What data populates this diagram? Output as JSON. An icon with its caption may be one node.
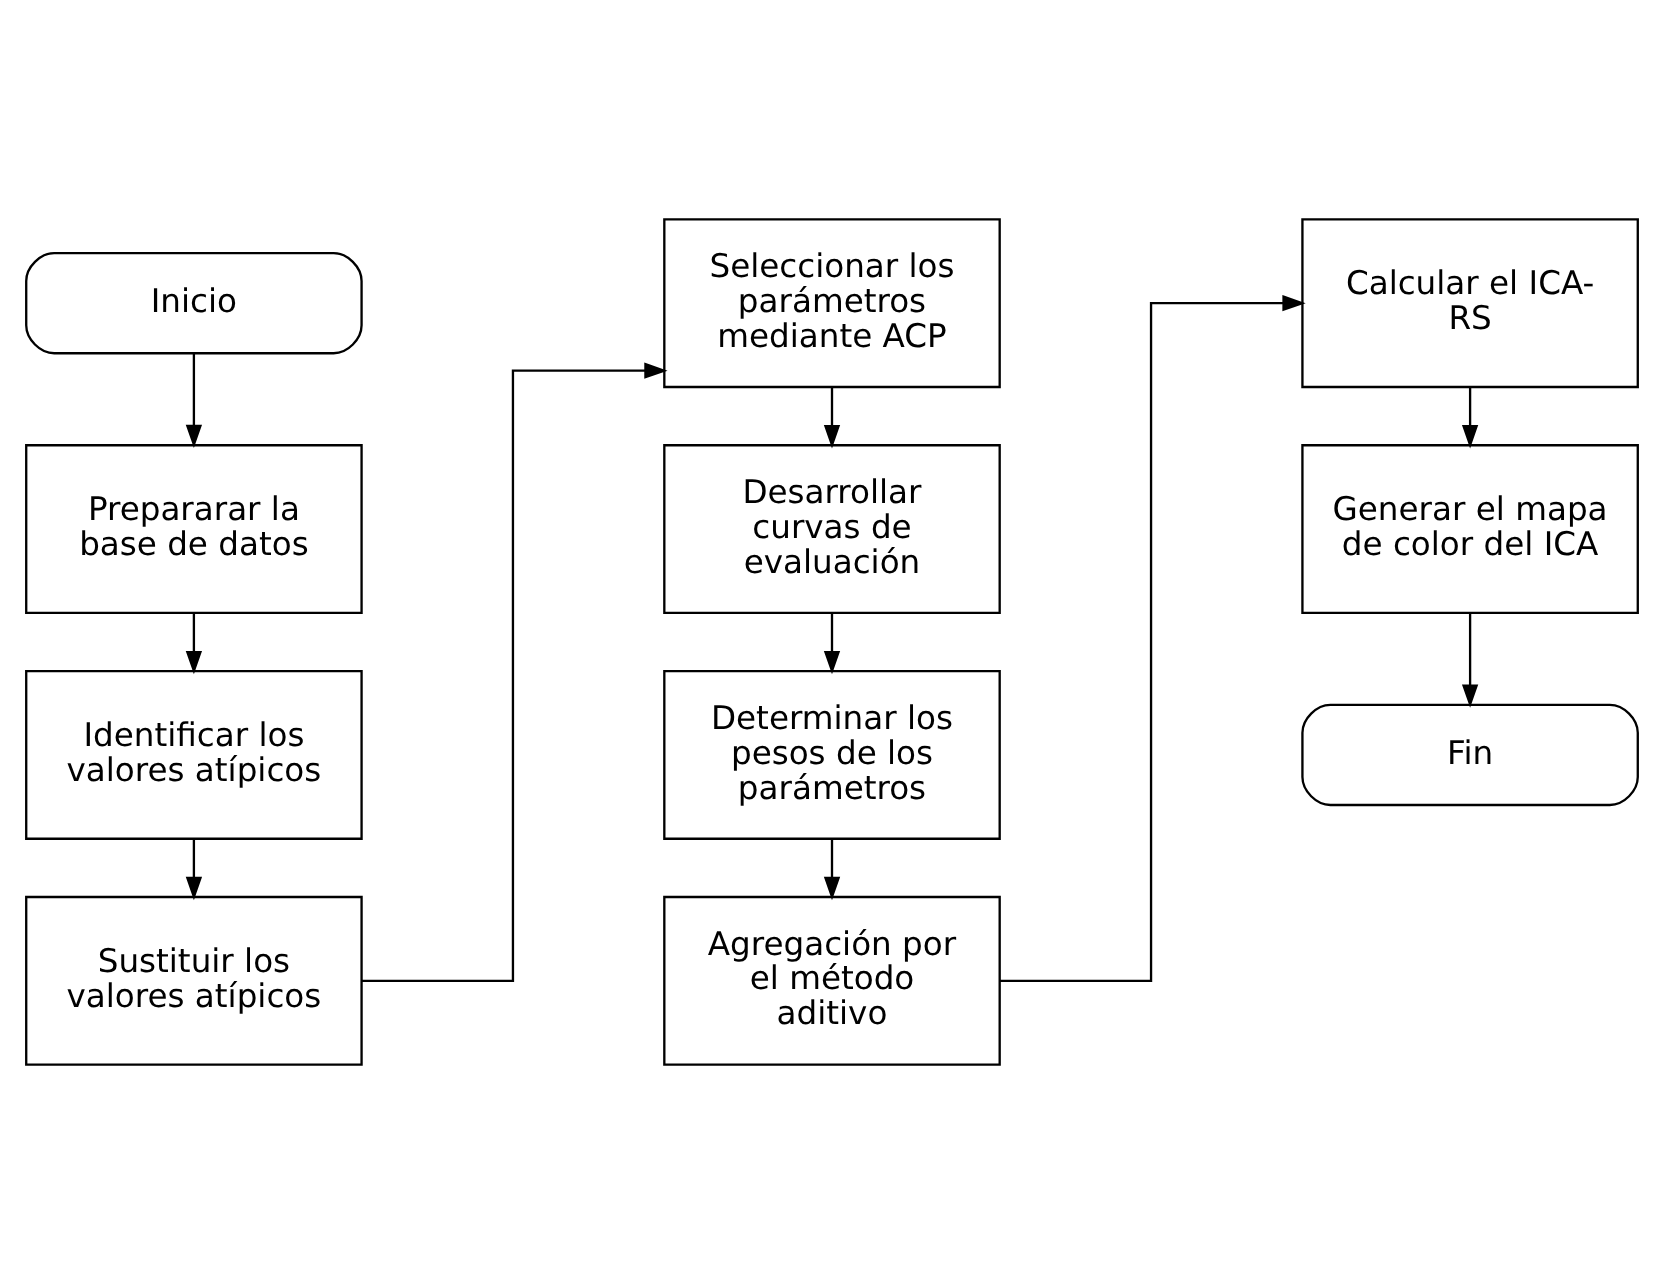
{
  "diagram": {
    "nodes": [
      {
        "text": [
          "Inicio"
        ]
      },
      {
        "text": [
          "Prepararar la base de datos"
        ]
      },
      {
        "text": [
          "Identificar los valores atípicos"
        ]
      },
      {
        "text": [
          "Sustituir los valores atípicos"
        ]
      },
      {
        "text": [
          "Seleccionar los parámetros mediante ACP"
        ]
      },
      {
        "text": [
          "Desarrollar curvas de evaluación"
        ]
      },
      {
        "text": [
          "Determinar los pesos de los parámetros"
        ]
      },
      {
        "text": [
          "Agregación por el método aditivo"
        ]
      },
      {
        "text": [
          "Calcular el ICA-RS"
        ]
      },
      {
        "text": [
          "Generar el mapa de color del ICA"
        ]
      },
      {
        "text": [
          "Fin"
        ]
      }
    ],
    "edges": [
      {
        "from": 0,
        "to": 1,
        "arrow": "to"
      },
      {
        "from": 1,
        "to": 2,
        "arrow": "to"
      },
      {
        "from": 2,
        "to": 3,
        "arrow": "to"
      },
      {
        "from": 3,
        "to": 4,
        "arrow": "to"
      },
      {
        "from": 4,
        "to": 5,
        "arrow": "to"
      },
      {
        "from": 5,
        "to": 6,
        "arrow": "to"
      },
      {
        "from": 6,
        "to": 7,
        "arrow": "to"
      },
      {
        "from": 7,
        "to": 8,
        "arrow": "to"
      },
      {
        "from": 8,
        "to": 9,
        "arrow": "to"
      },
      {
        "from": 9,
        "to": 10,
        "arrow": "to"
      }
    ]
  }
}
